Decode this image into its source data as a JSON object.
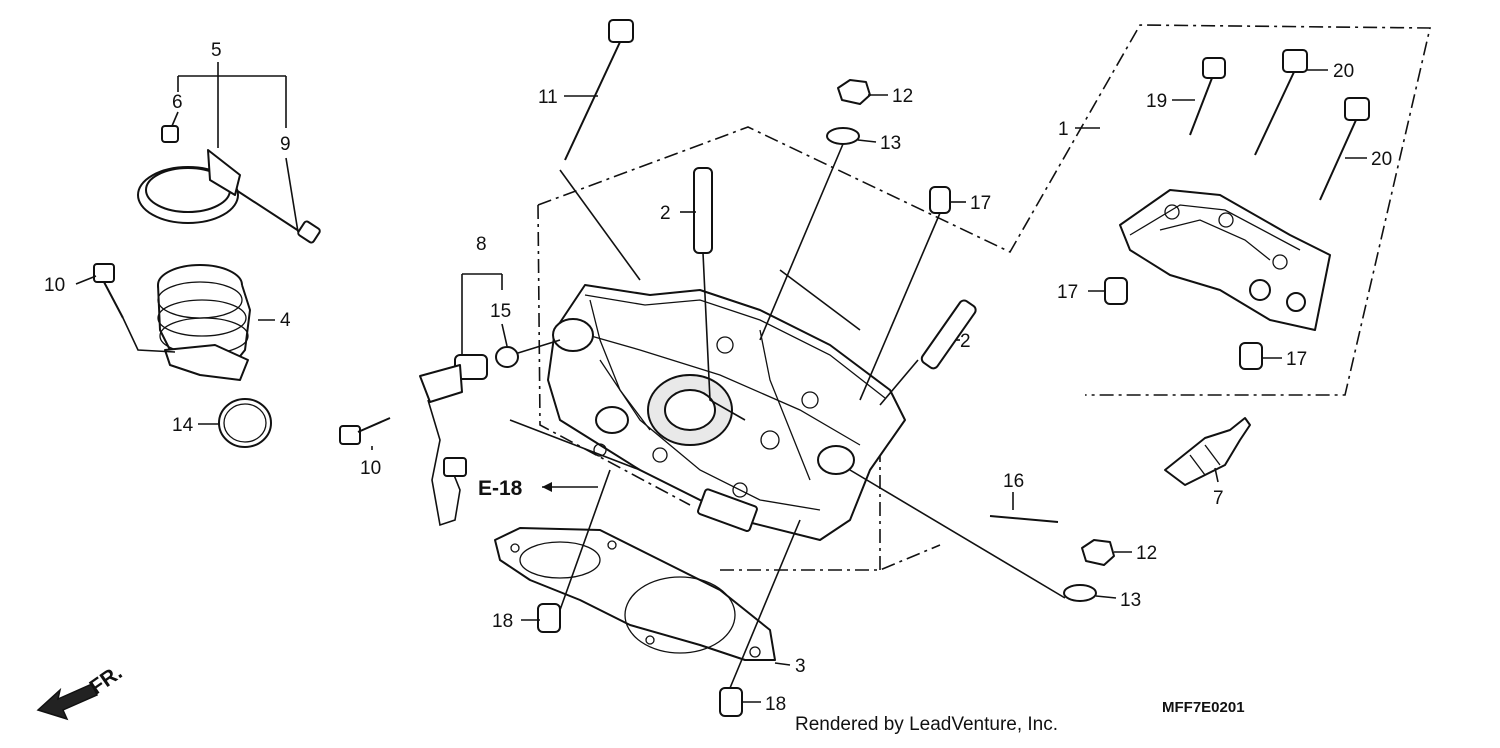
{
  "callouts": {
    "c1": "1",
    "c2a": "2",
    "c2b": "2",
    "c3": "3",
    "c4": "4",
    "c5": "5",
    "c6": "6",
    "c7": "7",
    "c8": "8",
    "c9": "9",
    "c10a": "10",
    "c10b": "10",
    "c11": "11",
    "c12a": "12",
    "c12b": "12",
    "c13a": "13",
    "c13b": "13",
    "c14": "14",
    "c15": "15",
    "c16": "16",
    "c17a": "17",
    "c17b": "17",
    "c17c": "17",
    "c18a": "18",
    "c18b": "18",
    "c19": "19",
    "c20a": "20",
    "c20b": "20"
  },
  "reference": "E-18",
  "direction": "FR.",
  "credit": "Rendered by LeadVenture, Inc.",
  "diagram_code": "MFF7E0201"
}
